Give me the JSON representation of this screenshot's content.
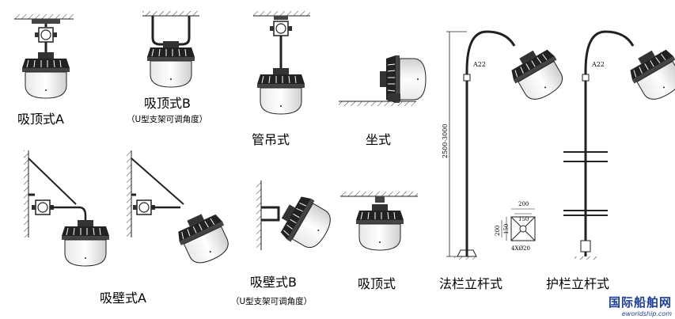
{
  "labels": {
    "ceiling_a": "吸顶式A",
    "ceiling_b": "吸顶式B",
    "ceiling_b_note": "（U型支架可调角度）",
    "pipe_pendant": "管吊式",
    "seated": "坐式",
    "wall_a": "吸壁式A",
    "wall_b": "吸壁式B",
    "wall_b_note": "（U型支架可调角度）",
    "ceiling": "吸顶式",
    "rail_pole_1": "法栏立杆式",
    "rail_pole_2": "护栏立杆式"
  },
  "dimensions": {
    "angle_1": "A22",
    "angle_2": "A22",
    "height": "2500-3000",
    "base_200": "200",
    "base_150": "150",
    "base_side_200": "200",
    "base_side_150": "150",
    "bolt": "4XØ20"
  },
  "watermark": {
    "name": "国际船舶网",
    "url": "eworldship.com"
  }
}
